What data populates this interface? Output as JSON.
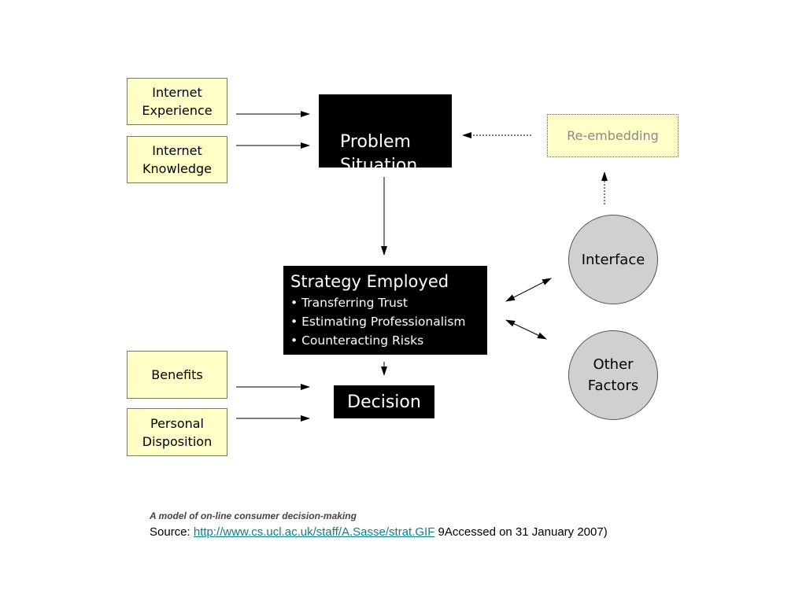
{
  "diagram": {
    "inputs_top": [
      {
        "label": "Internet\nExperience"
      },
      {
        "label": "Internet\nKnowledge"
      }
    ],
    "inputs_bottom": [
      {
        "label": "Benefits"
      },
      {
        "label": "Personal\nDisposition"
      }
    ],
    "problem": {
      "label": "Problem\nSituation"
    },
    "strategy": {
      "title": "Strategy Employed",
      "items": [
        "• Transferring Trust",
        "• Estimating Professionalism",
        "• Counteracting Risks"
      ]
    },
    "decision": {
      "label": "Decision"
    },
    "reembedding": {
      "label": "Re-embedding"
    },
    "interface": {
      "label": "Interface"
    },
    "other_factors": {
      "label": "Other\nFactors"
    }
  },
  "caption": {
    "title": "A model of on-line consumer decision-making",
    "source_prefix": "Source: ",
    "source_link": "http://www.cs.ucl.ac.uk/staff/A.Sasse/strat.GIF",
    "source_suffix": " 9Accessed on 31 January 2007)"
  },
  "colors": {
    "input_fill": "#ffffc8",
    "node_dark": "#000000",
    "circle_fill": "#d0d0d0",
    "link": "#0f7f8a"
  }
}
